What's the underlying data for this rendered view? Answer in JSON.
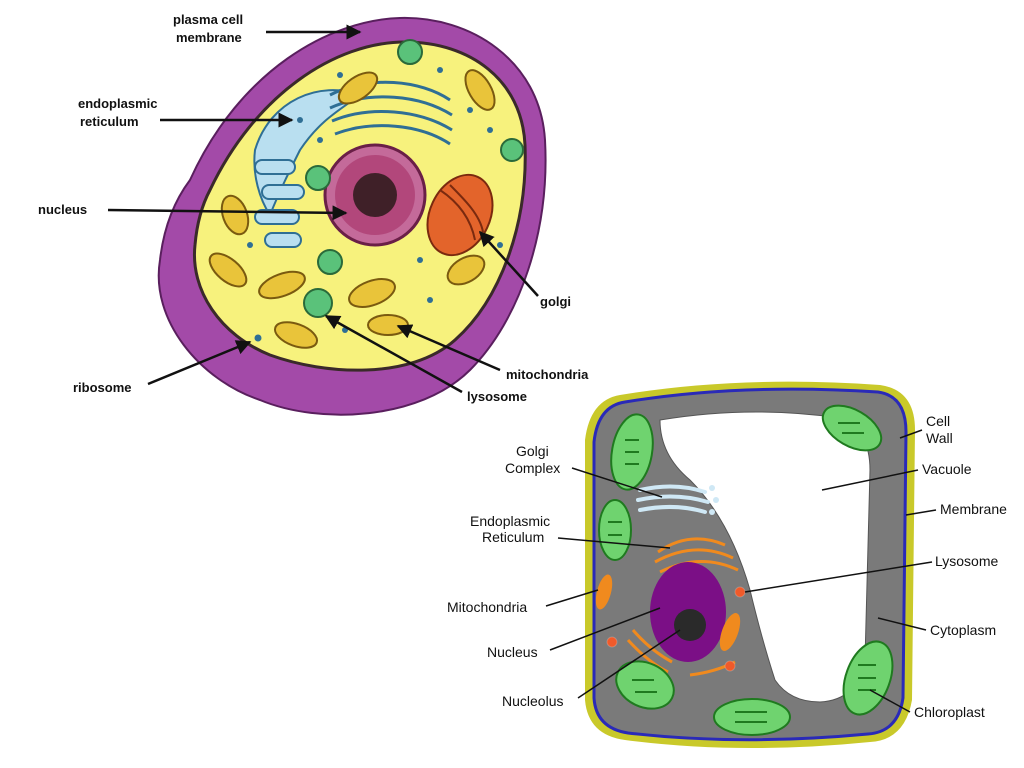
{
  "animal_cell": {
    "labels": {
      "plasma_membrane_1": "plasma cell",
      "plasma_membrane_2": "membrane",
      "er_1": "endoplasmic",
      "er_2": "reticulum",
      "nucleus": "nucleus",
      "golgi": "golgi",
      "ribosome": "ribosome",
      "mitochondria": "mitochondria",
      "lysosome": "lysosome"
    },
    "colors": {
      "membrane": "#a34aa8",
      "cytoplasm": "#f7f27d",
      "nucleus": "#b2477b",
      "er": "#b9dff0",
      "golgi": "#e3642b",
      "mitochondria": "#e9c43a",
      "lysosome": "#5ac27a"
    }
  },
  "plant_cell": {
    "labels": {
      "cell_wall_1": "Cell",
      "cell_wall_2": "Wall",
      "vacuole": "Vacuole",
      "membrane": "Membrane",
      "lysosome": "Lysosome",
      "cytoplasm": "Cytoplasm",
      "chloroplast": "Chloroplast",
      "golgi_1": "Golgi",
      "golgi_2": "Complex",
      "er_1": "Endoplasmic",
      "er_2": "Reticulum",
      "mitochondria": "Mitochondria",
      "nucleus": "Nucleus",
      "nucleolus": "Nucleolus"
    },
    "colors": {
      "cell_wall": "#c9c92a",
      "membrane": "#2a2ab8",
      "cytoplasm": "#7a7a7a",
      "vacuole": "#ffffff",
      "chloroplast": "#6fd36f",
      "nucleus": "#7b0f86",
      "er": "#f08a1e",
      "golgi": "#cfe8f5",
      "lysosome": "#f05a2a"
    }
  }
}
